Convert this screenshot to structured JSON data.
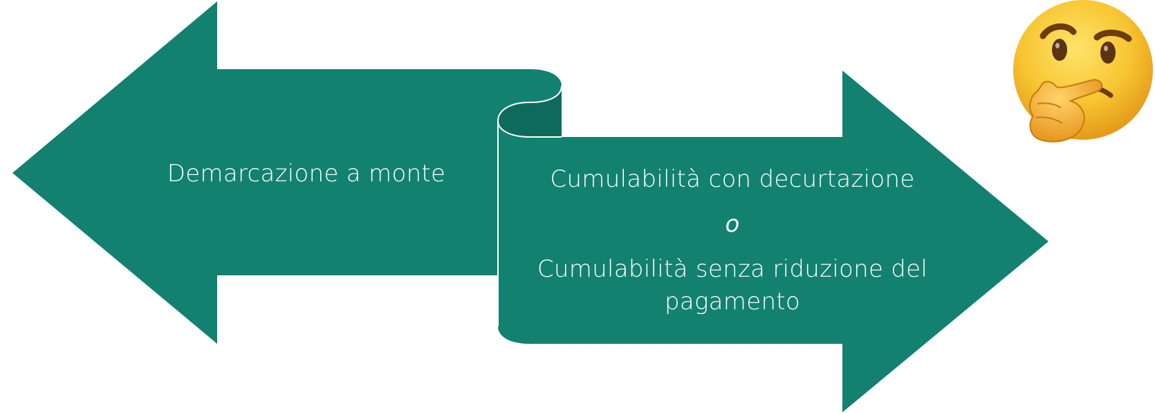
{
  "colors": {
    "arrow_fill": "#128170",
    "fold_shadow": "#0e6b5c",
    "outline": "#ffffff",
    "text": "#ffffff",
    "background": "#ffffff"
  },
  "left_arrow": {
    "label": "Demarcazione a monte"
  },
  "right_arrow": {
    "line1": "Cumulabilità con decurtazione",
    "separator": "o",
    "line2": "Cumulabilità senza riduzione del",
    "line3": "pagamento"
  },
  "emoji": {
    "name": "thinking-face-icon",
    "glyph": "🤔"
  }
}
